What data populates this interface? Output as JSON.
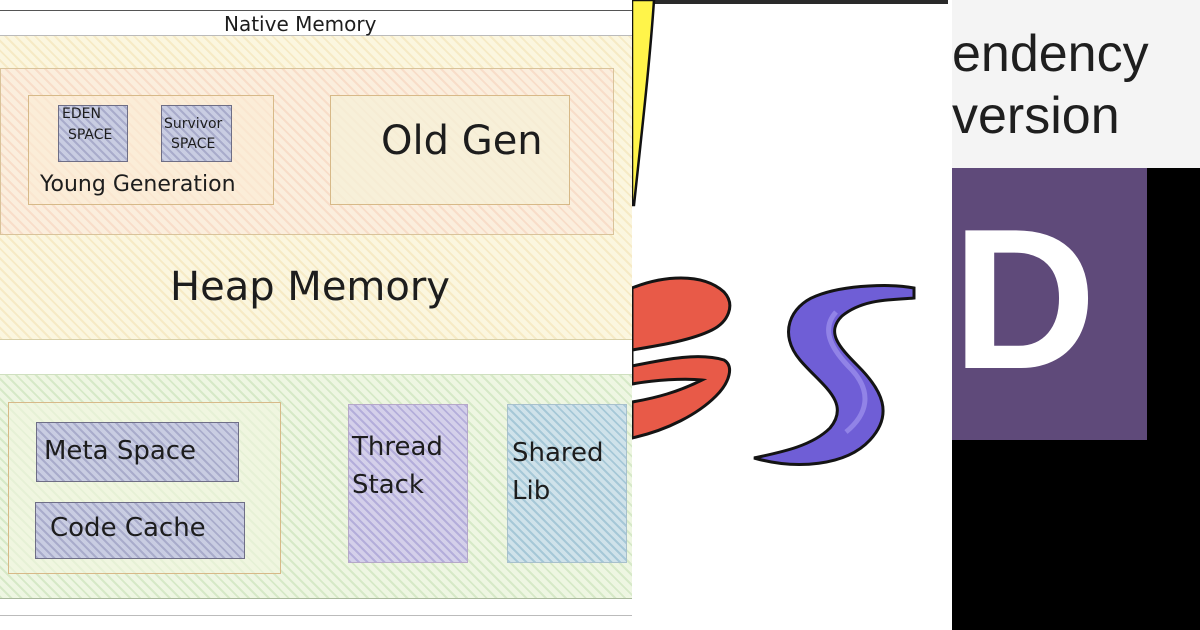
{
  "diagram": {
    "native_memory": "Native Memory",
    "eden_space_line1": "EDEN",
    "eden_space_line2": "SPACE",
    "survivor_space_line1": "Survivor",
    "survivor_space_line2": "SPACE",
    "young_generation": "Young Generation",
    "old_gen": "Old Gen",
    "heap_memory": "Heap Memory",
    "meta_space": "Meta Space",
    "code_cache": "Code Cache",
    "thread_stack_line1": "Thread",
    "thread_stack_line2": "Stack",
    "shared_lib_line1": "Shared",
    "shared_lib_line2": "Lib"
  },
  "right_panel": {
    "text_line1": "endency",
    "text_line2": "version",
    "tile_letter": "D"
  },
  "colors": {
    "heap_fill": "#fbf6df",
    "generation_fill": "#fbeedd",
    "native_fill": "#eef6e2",
    "thread_fill": "#d4d0ea",
    "shared_fill": "#cfe2ea",
    "logo_red": "#e85a48",
    "logo_purple": "#6f5ed6",
    "logo_yellow": "#fff44a",
    "tile_purple": "#5f4a7a"
  }
}
